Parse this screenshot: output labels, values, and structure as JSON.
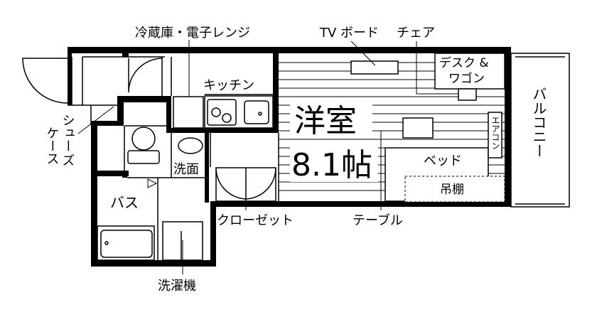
{
  "floorplan": {
    "labels": {
      "fridge_microwave": "冷蔵庫・電子レンジ",
      "tv_board": "TV ボード",
      "chair": "チェア",
      "desk_line1": "デスク &",
      "desk_line2": "ワゴン",
      "kitchen": "キッチン",
      "room_name": "洋室",
      "room_size": "8.1帖",
      "balcony": "バルコニー",
      "shoe_case_line1": "シュー",
      "shoe_case_line2": "ケース",
      "shoe_case_line3": "ズ",
      "washroom": "洗面",
      "aircon": "エアコン",
      "bed": "ベッド",
      "hanging_shelf": "吊棚",
      "bath": "バス",
      "closet": "クローゼット",
      "table": "テーブル",
      "washing_machine": "洗濯機"
    }
  }
}
